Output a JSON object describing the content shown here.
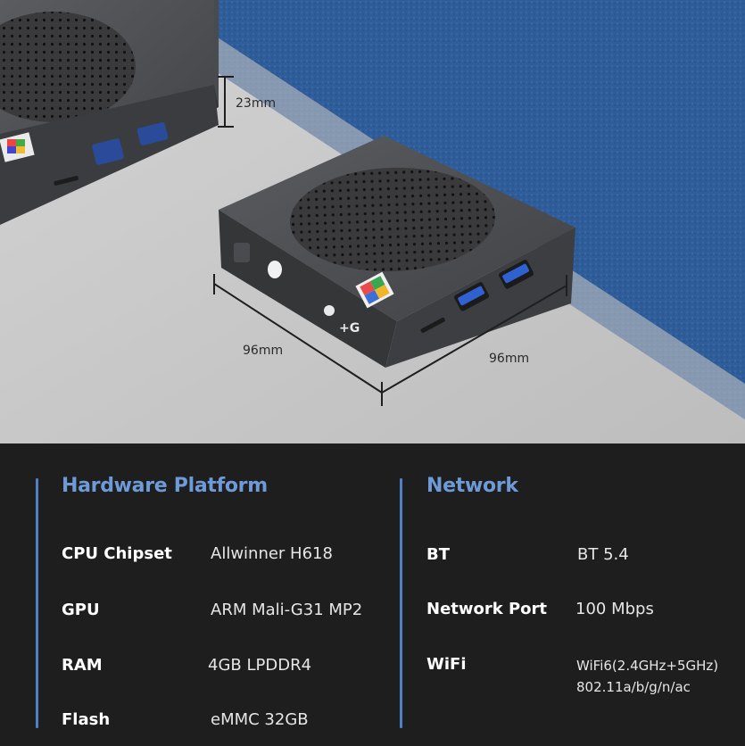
{
  "dimensions": {
    "height": "23mm",
    "depth": "96mm",
    "width": "96mm"
  },
  "hardware": {
    "title": "Hardware Platform",
    "rows": [
      {
        "key": "CPU Chipset",
        "value": "Allwinner H618"
      },
      {
        "key": "GPU",
        "value": "ARM Mali-G31 MP2"
      },
      {
        "key": "RAM",
        "value": "4GB LPDDR4"
      },
      {
        "key": "Flash",
        "value": "eMMC 32GB"
      }
    ]
  },
  "network": {
    "title": "Network",
    "rows": [
      {
        "key": "BT",
        "value": "BT 5.4"
      },
      {
        "key": "Network Port",
        "value": "100 Mbps"
      },
      {
        "key": "WiFi",
        "value": "WiFi6(2.4GHz+5GHz)",
        "value2": "802.11a/b/g/n/ac"
      }
    ]
  },
  "colors": {
    "accent": "#6f9ad8",
    "panel_bg": "#1e1e1e",
    "fabric": "#2f5d99",
    "surface": "#c9c9c9"
  }
}
